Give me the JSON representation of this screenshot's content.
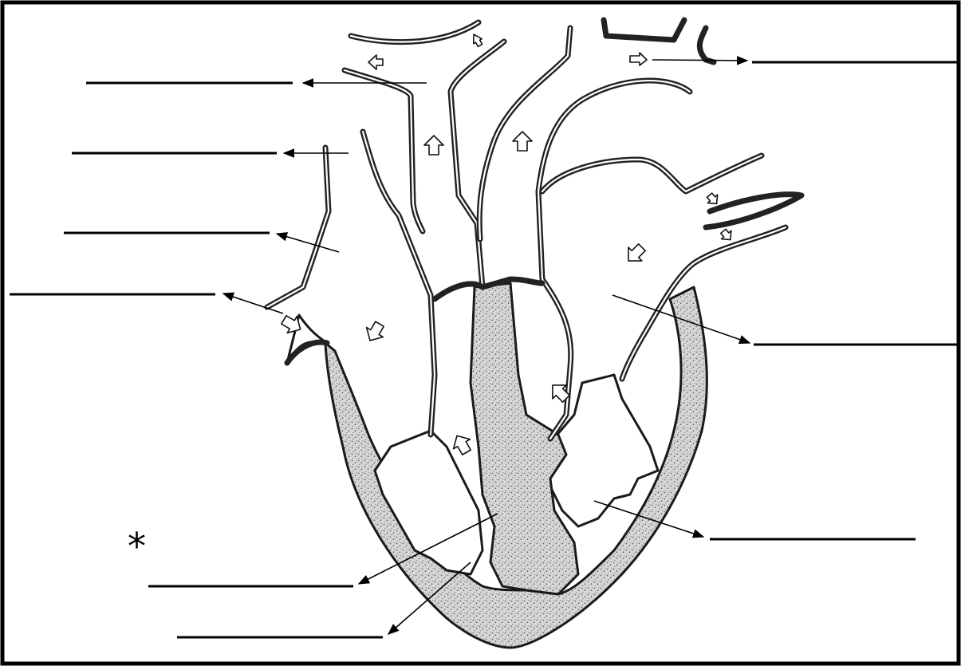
{
  "diagram": {
    "asterisk": "*",
    "label_blanks": [
      {
        "id": "top-right",
        "text": ""
      },
      {
        "id": "top-left-1",
        "text": ""
      },
      {
        "id": "top-left-2",
        "text": ""
      },
      {
        "id": "left-3",
        "text": ""
      },
      {
        "id": "left-4",
        "text": ""
      },
      {
        "id": "right-middle",
        "text": ""
      },
      {
        "id": "right-lower",
        "text": ""
      },
      {
        "id": "bottom-left-1",
        "text": ""
      },
      {
        "id": "bottom-left-2",
        "text": ""
      }
    ],
    "colors": {
      "line": "#000000",
      "wall_fill": "#cfcfcf",
      "background": "#ffffff"
    }
  }
}
